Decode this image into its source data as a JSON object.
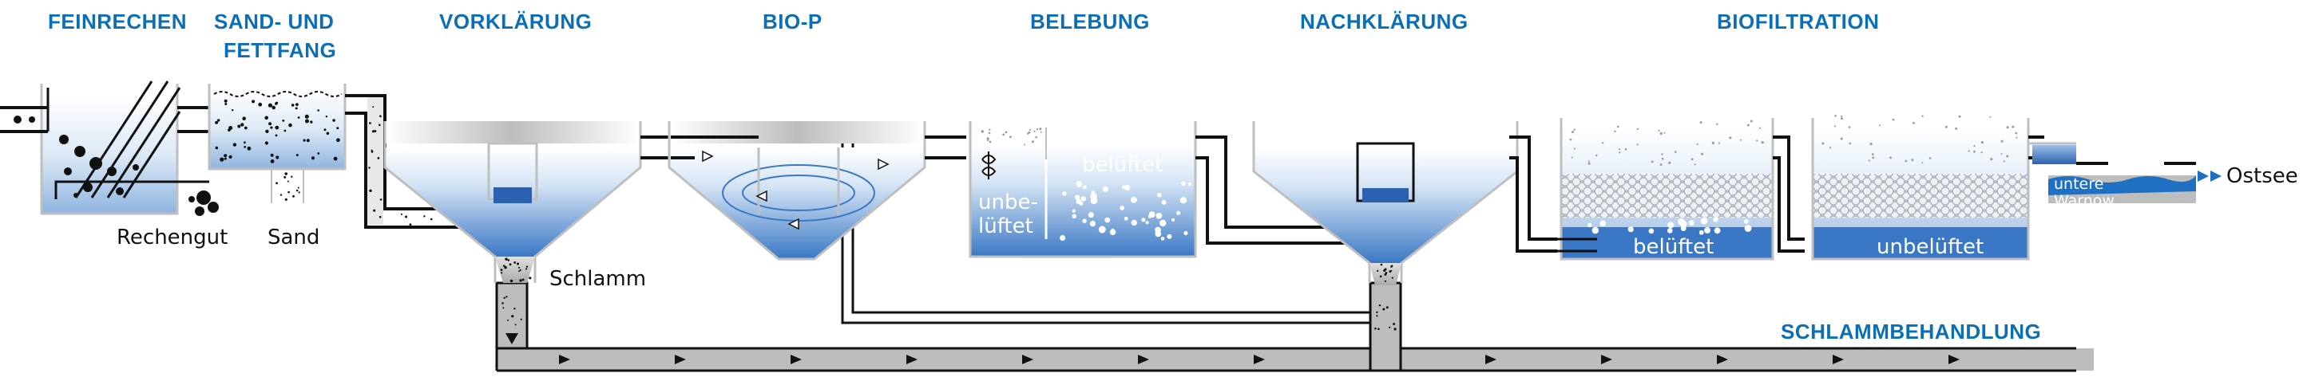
{
  "colors": {
    "blue": "#0b6fb8",
    "water_light": "#cfe0f2",
    "water_dark": "#3f7fc9",
    "pipe": "#111111",
    "sludge_line": "#bdbdbd",
    "tank_edge": "#bfbfbf"
  },
  "stages": {
    "feinrechen": "FEINRECHEN",
    "sandfang_line1": "SAND- UND",
    "sandfang_line2": "FETTFANG",
    "vorklaerung": "VORKLÄRUNG",
    "bio_p": "BIO-P",
    "belebung": "BELEBUNG",
    "nachklaerung": "NACHKLÄRUNG",
    "biofiltration": "BIOFILTRATION",
    "schlammbehandlung": "SCHLAMMBEHANDLUNG"
  },
  "labels": {
    "rechengut": "Rechengut",
    "sand": "Sand",
    "schlamm": "Schlamm",
    "unbelueftet_belebung_line1": "unbe-",
    "unbelueftet_belebung_line2": "lüftet",
    "belueftet_belebung": "belüftet",
    "belueftet_filter": "belüftet",
    "unbelueftet_filter": "unbelüftet",
    "untere_warnow_line1": "untere",
    "untere_warnow_line2": "Warnow",
    "ostsee": "Ostsee"
  }
}
